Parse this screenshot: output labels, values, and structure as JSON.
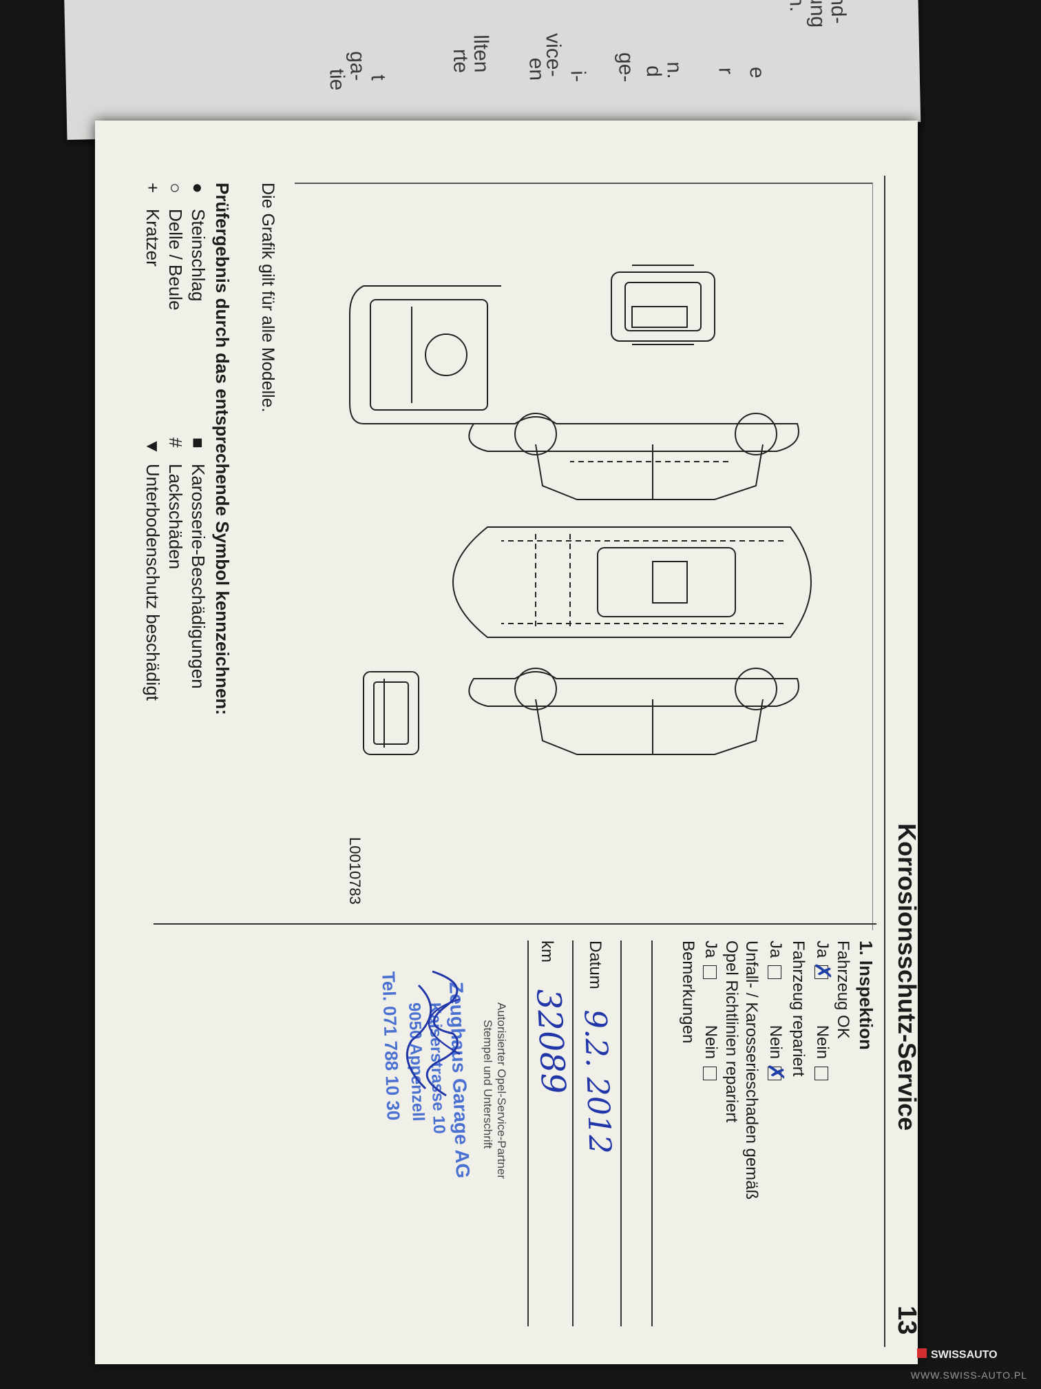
{
  "left_page": {
    "fragments": [
      "and-",
      "ltung",
      "en.",
      "e",
      "r",
      "n.",
      "d",
      "ge-",
      "i-",
      "vice-",
      "en",
      "llten",
      "rte",
      "t",
      "ga-",
      "tie"
    ]
  },
  "page": {
    "number": "13",
    "section_title": "Korrosionsschutz-Service",
    "graphic_note": "Die Grafik gilt für alle Modelle.",
    "figure_code": "L0010783"
  },
  "legend": {
    "title": "Prüfergebnis durch das entsprechende Symbol kennzeichnen:",
    "items": [
      {
        "symbol": "●",
        "label": "Steinschlag"
      },
      {
        "symbol": "■",
        "label": "Karosserie-Beschädigungen"
      },
      {
        "symbol": "○",
        "label": "Delle / Beule"
      },
      {
        "symbol": "#",
        "label": "Lackschäden"
      },
      {
        "symbol": "+",
        "label": "Kratzer"
      },
      {
        "symbol": "▼",
        "label": "Unterbodenschutz beschädigt"
      }
    ]
  },
  "inspection": {
    "title": "1. Inspektion",
    "fahrzeug_ok": {
      "label": "Fahrzeug OK",
      "ja": "Ja",
      "nein": "Nein",
      "ja_checked": true,
      "nein_checked": false
    },
    "fahrzeug_repariert": {
      "label": "Fahrzeug repariert",
      "ja": "Ja",
      "nein": "Nein",
      "ja_checked": false,
      "nein_checked": true
    },
    "unfall": {
      "label_line1": "Unfall- / Karosserieschaden gemäß",
      "label_line2": "Opel Richtlinien repariert",
      "ja": "Ja",
      "nein": "Nein",
      "ja_checked": false,
      "nein_checked": false
    },
    "bemerkungen_label": "Bemerkungen",
    "datum_label": "Datum",
    "datum_value": "9.2. 2012",
    "km_label": "km",
    "km_value": "32089",
    "stamp_caption_line1": "Autorisierter Opel-Service-Partner",
    "stamp_caption_line2": "Stempel und Unterschrift"
  },
  "stamp": {
    "line1": "Zeughaus Garage AG",
    "line2": "Kaiserstrasse 10",
    "line3": "9050 Appenzell",
    "line4": "Tel. 071 788 10 30"
  },
  "watermark": {
    "brand": "SWISSAUTO",
    "url": "WWW.SWISS-AUTO.PL"
  },
  "colors": {
    "ink_blue": "#2136a8",
    "stamp_blue": "#2d5ccf",
    "paper": "#f1f0e8"
  }
}
